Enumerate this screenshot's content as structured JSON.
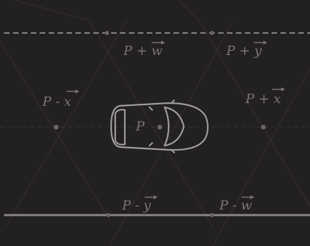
{
  "colors": {
    "background": "#232020",
    "grid": "#363232",
    "lane": "#8a8686",
    "label": "#7a7676",
    "car": "#a19e9e",
    "dot": "#6a6666"
  },
  "labels": {
    "p_plus_w": {
      "base": "P + ",
      "vec": "w"
    },
    "p_plus_y": {
      "base": "P + ",
      "vec": "y"
    },
    "p_minus_x": {
      "base": "P - ",
      "vec": "x"
    },
    "p_plus_x": {
      "base": "P + ",
      "vec": "x"
    },
    "p_center": {
      "base": "P",
      "vec": ""
    },
    "p_minus_y": {
      "base": "P - ",
      "vec": "y"
    },
    "p_minus_w": {
      "base": "P - ",
      "vec": "w"
    }
  },
  "icons": {
    "car": "car-top-view-icon"
  }
}
